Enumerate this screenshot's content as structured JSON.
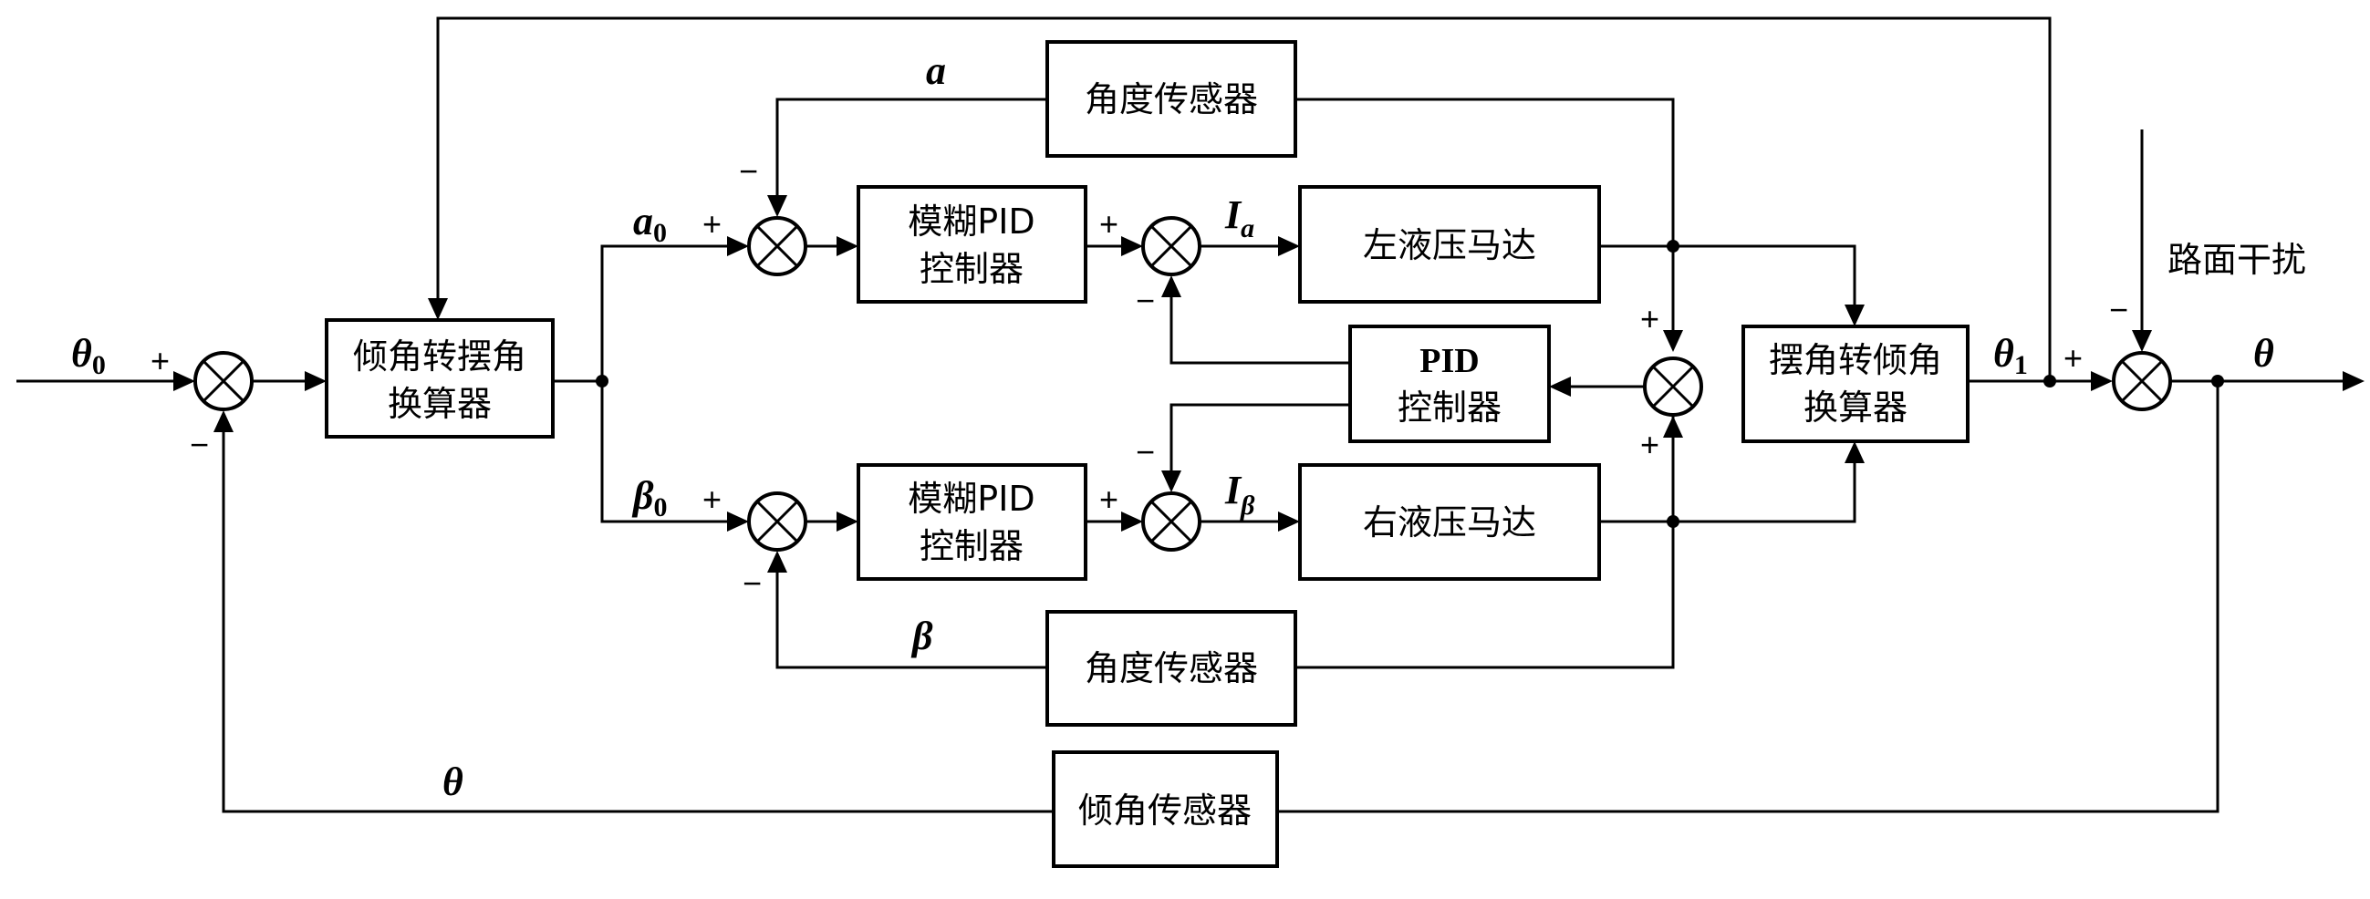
{
  "blocks": {
    "tilt_to_swing": [
      "倾角转摆角",
      "换算器"
    ],
    "fuzzy_pid_top": [
      "模糊PID",
      "控制器"
    ],
    "fuzzy_pid_bottom": [
      "模糊PID",
      "控制器"
    ],
    "left_motor": "左液压马达",
    "right_motor": "右液压马达",
    "angle_sensor_top": "角度传感器",
    "angle_sensor_bottom": "角度传感器",
    "pid": [
      "PID",
      "控制器"
    ],
    "swing_to_tilt": [
      "摆角转倾角",
      "换算器"
    ],
    "tilt_sensor": "倾角传感器"
  },
  "signals": {
    "theta0": {
      "base": "θ",
      "sub": "0"
    },
    "a0": {
      "base": "a",
      "sub": "0"
    },
    "beta0": {
      "base": "β",
      "sub": "0"
    },
    "a": "a",
    "beta": "β",
    "Ia": {
      "base": "I",
      "sub": "a"
    },
    "Ibeta": {
      "base": "I",
      "sub": "β"
    },
    "theta1": {
      "base": "θ",
      "sub": "1"
    },
    "theta_out": "θ",
    "theta_fb": "θ",
    "disturbance": "路面干扰"
  },
  "signs": {
    "plus": "+",
    "minus": "−"
  }
}
